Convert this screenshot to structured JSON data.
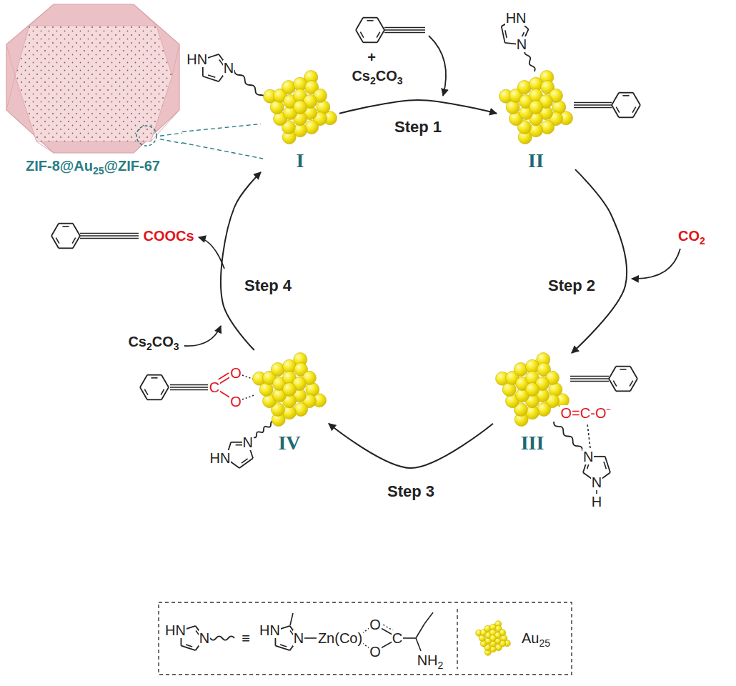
{
  "diagram": {
    "nodes": [
      {
        "text": [
          "ZIF-8@Au25@ZIF-67"
        ]
      },
      {
        "text": [
          "I"
        ]
      },
      {
        "text": [
          "II"
        ]
      },
      {
        "text": [
          "III"
        ]
      },
      {
        "text": [
          "IV"
        ]
      }
    ],
    "edges": [
      {
        "from": 0,
        "to": 1,
        "arrow": "none"
      },
      {
        "from": 1,
        "to": 2,
        "arrow": "to",
        "label": "Step 1"
      },
      {
        "from": 2,
        "to": 3,
        "arrow": "to",
        "label": "Step 2"
      },
      {
        "from": 3,
        "to": 4,
        "arrow": "to",
        "label": "Step 3"
      },
      {
        "from": 4,
        "to": 1,
        "arrow": "to",
        "label": "Step 4"
      }
    ],
    "labels": [
      "HN",
      "N",
      "+",
      "Cs2CO3",
      "HN",
      "N",
      "CO2",
      "O=C-O⁻",
      "N",
      "N",
      "H",
      "O",
      "O",
      "C",
      "N",
      "HN",
      "COOCs",
      "Cs2CO3",
      "HN",
      "N",
      "≡",
      "HN",
      "N",
      "Zn(Co)",
      "O",
      "O",
      "C",
      "NH2"
    ],
    "legend": [
      {
        "text": "Au25"
      }
    ]
  }
}
